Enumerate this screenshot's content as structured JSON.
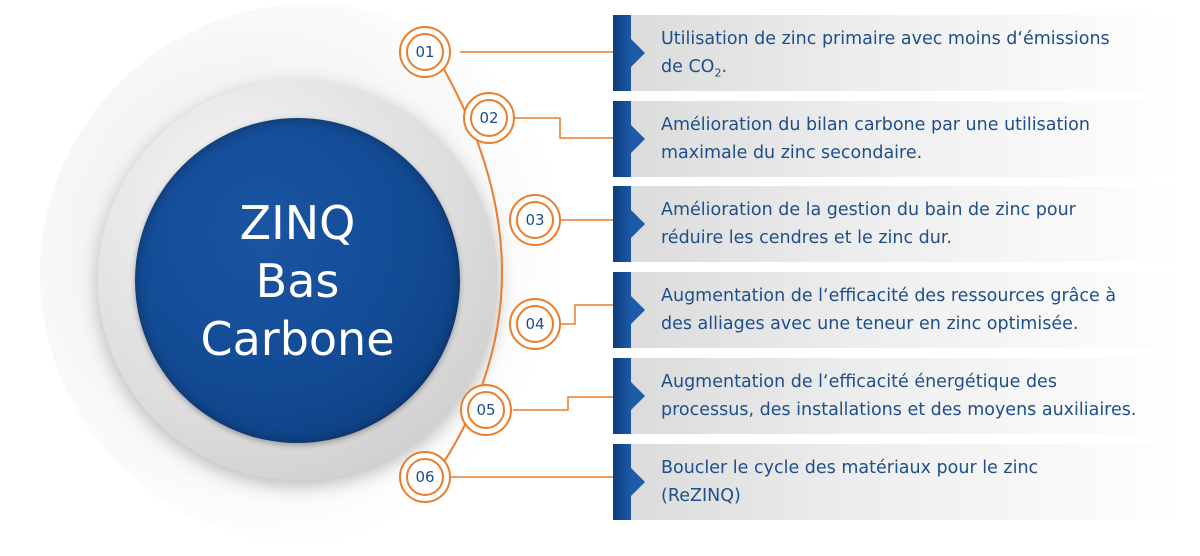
{
  "center": {
    "lines": [
      "ZINQ",
      "Bas",
      "Carbone"
    ]
  },
  "colors": {
    "accent": "#ec7d2b",
    "navy": "#124a93",
    "text": "#1e4f8c"
  },
  "items": [
    {
      "number": "01",
      "text_main": "Utilisation de zinc primaire avec moins d‘émissions",
      "text_tail_prefix": "de CO",
      "text_tail_sub": "2",
      "text_tail_suffix": "."
    },
    {
      "number": "02",
      "line1": "Amélioration du bilan carbone par une utilisation",
      "line2": "maximale du zinc secondaire."
    },
    {
      "number": "03",
      "line1": "Amélioration de la gestion du bain de zinc pour",
      "line2": "réduire les cendres et le zinc dur."
    },
    {
      "number": "04",
      "line1": "Augmentation de l‘efficacité des ressources grâce à",
      "line2": "des alliages avec une teneur en zinc optimisée."
    },
    {
      "number": "05",
      "line1": "Augmentation de l‘efficacité énergétique des",
      "line2": "processus, des installations et des moyens auxiliaires."
    },
    {
      "number": "06",
      "line1": "Boucler le cycle des matériaux pour le zinc",
      "line2": "(ReZINQ)"
    }
  ]
}
